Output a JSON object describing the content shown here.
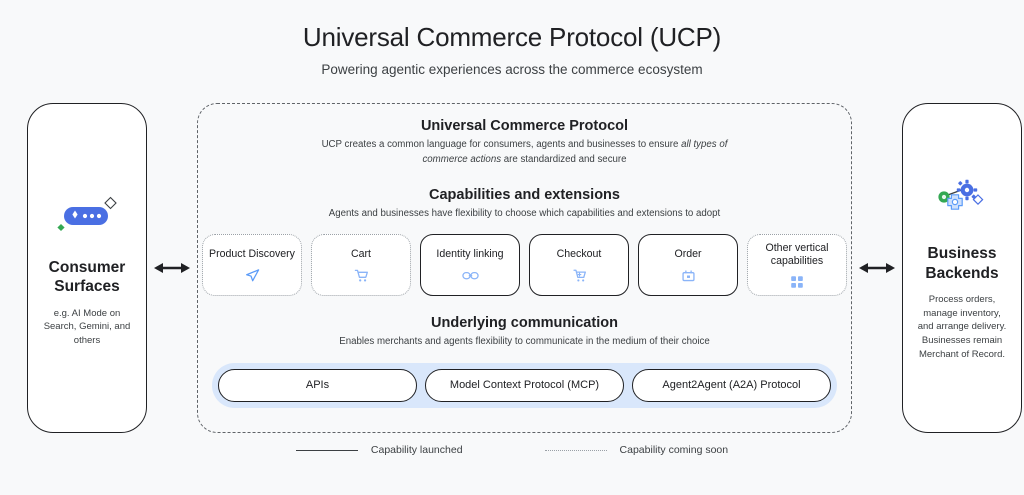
{
  "header": {
    "title": "Universal Commerce Protocol (UCP)",
    "subtitle": "Powering agentic experiences across the commerce ecosystem"
  },
  "left_panel": {
    "icon": "ai-sparkle-pill-icon",
    "title": "Consumer Surfaces",
    "description": "e.g. AI Mode on Search, Gemini, and others"
  },
  "right_panel": {
    "icon": "gears-backend-icon",
    "title": "Business Backends",
    "description": "Process orders, manage inventory, and arrange delivery. Businesses remain Merchant of Record."
  },
  "arrows": {
    "left": "double-arrow-icon",
    "right": "double-arrow-icon"
  },
  "ucp": {
    "title": "Universal Commerce Protocol",
    "subtitle_pre": "UCP creates a common language for consumers, agents and businesses to ensure ",
    "subtitle_em": "all types of commerce actions",
    "subtitle_post": " are standardized and secure"
  },
  "capabilities": {
    "title": "Capabilities and extensions",
    "subtitle": "Agents and businesses have flexibility to choose which capabilities and extensions to adopt",
    "cards": [
      {
        "label": "Product Discovery",
        "status": "soon",
        "icon": "send-paper-plane-icon"
      },
      {
        "label": "Cart",
        "status": "soon",
        "icon": "shopping-cart-icon"
      },
      {
        "label": "Identity linking",
        "status": "launched",
        "icon": "chain-link-icon"
      },
      {
        "label": "Checkout",
        "status": "launched",
        "icon": "checkout-cart-icon"
      },
      {
        "label": "Order",
        "status": "launched",
        "icon": "order-box-icon"
      },
      {
        "label": "Other vertical capabilities",
        "status": "soon",
        "icon": "grid-squares-icon"
      }
    ]
  },
  "underlying": {
    "title": "Underlying communication",
    "subtitle": "Enables merchants and agents flexibility to communicate in the medium of their choice",
    "protocols": [
      {
        "label": "APIs"
      },
      {
        "label": "Model Context Protocol (MCP)"
      },
      {
        "label": "Agent2Agent (A2A) Protocol"
      }
    ]
  },
  "legend": [
    {
      "label": "Capability launched",
      "style": "solid"
    },
    {
      "label": "Capability coming soon",
      "style": "dotted"
    }
  ],
  "colors": {
    "accent_blue": "#4285f4",
    "icon_blue": "#8ab4f8",
    "strip_blue": "#d9e7fb",
    "green": "#34a853",
    "ink": "#202124",
    "muted": "#5f6368",
    "page_bg": "#f8f9fa"
  }
}
